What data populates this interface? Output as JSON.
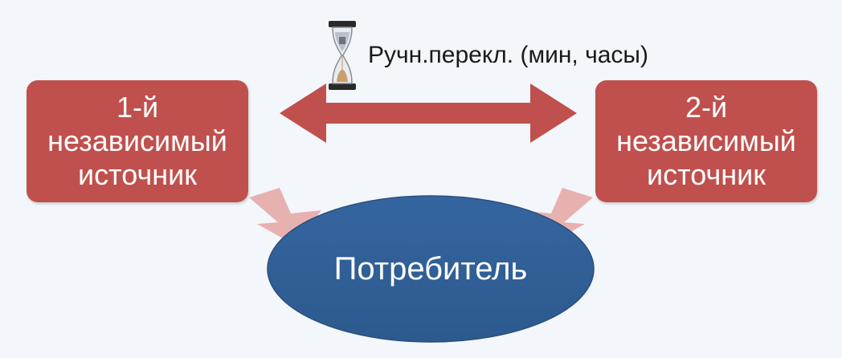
{
  "source_left": {
    "line1": "1-й",
    "line2": "независимый",
    "line3": "источник"
  },
  "source_right": {
    "line1": "2-й",
    "line2": "независимый",
    "line3": "источник"
  },
  "consumer": {
    "label": "Потребитель"
  },
  "manual_switch": {
    "label": "Ручн.перекл. (мин, часы)",
    "icon": "hourglass-icon"
  },
  "colors": {
    "background": "#f3f6fa",
    "source_box": "#c0504d",
    "consumer": "#2e5f96",
    "feed_arrow": "#e7b1b0",
    "switch_arrow": "#c0504d"
  }
}
